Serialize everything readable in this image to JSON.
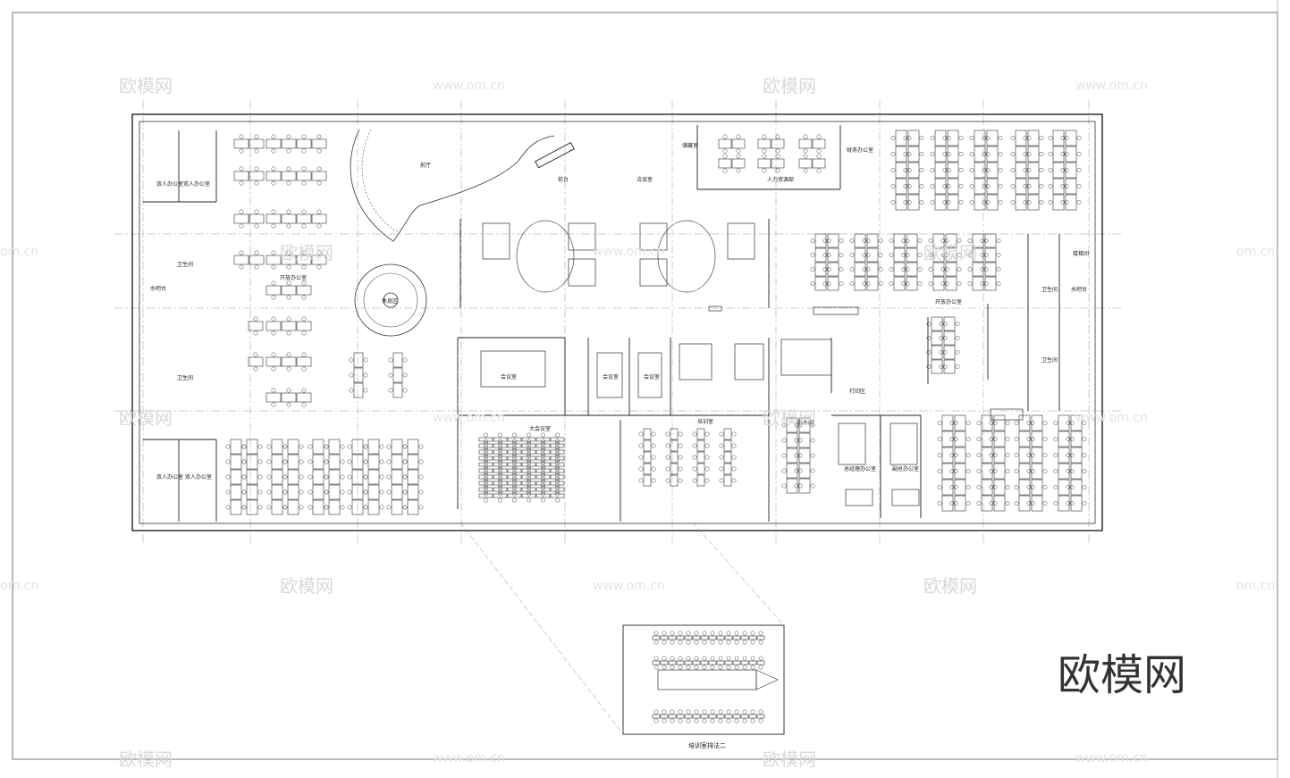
{
  "watermark": {
    "brand": "欧模网",
    "url": "www.om.cn",
    "url_short": "om.cn",
    "brand_color": "#333333"
  },
  "rooms": {
    "double_office": "双人办公室",
    "lobby": "前厅",
    "reception": "前台",
    "negotiation": "洽谈室",
    "hr": "人力资源部",
    "finance": "财务办公室",
    "open_office": "开放办公区",
    "open_office_label": "开放办公室",
    "rest_area": "休息区",
    "meeting": "会议室",
    "large_meeting": "大会议室",
    "training": "培训室",
    "manager": "总经理办公室",
    "deputy": "副总办公室",
    "tea": "茶水间",
    "storage": "储藏室",
    "print": "打印区",
    "pantry": "水吧台",
    "toilet": "卫生间",
    "stairs": "楼梯间",
    "inset_caption": "培训室排法二"
  }
}
